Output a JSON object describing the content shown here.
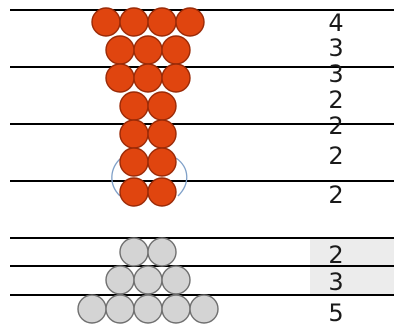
{
  "colors": {
    "background": "#ffffff",
    "line": "#000000",
    "bead_red_fill": "#e0450f",
    "bead_red_stroke": "#9a2a07",
    "bead_gray_fill": "#d4d4d4",
    "bead_gray_stroke": "#6f6f6f",
    "thread": "#7fa0c8",
    "count_text": "#1a1a1a",
    "count_box_fill": "#ececec"
  },
  "counts": [
    "4",
    "3",
    "3",
    "2",
    "2",
    "2",
    "2",
    "2",
    "3",
    "5"
  ],
  "top_stack": {
    "color": "red",
    "rows": [
      4,
      3,
      3,
      2,
      2,
      2,
      2
    ]
  },
  "bottom_stack": {
    "color": "gray",
    "rows": [
      2,
      3,
      5
    ]
  }
}
